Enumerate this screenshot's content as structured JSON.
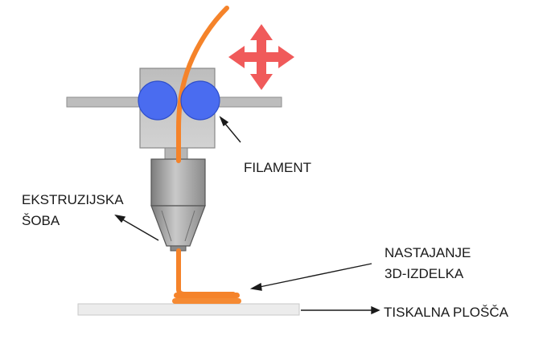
{
  "labels": {
    "filament": "FILAMENT",
    "nozzle_line1": "EKSTRUZIJSKA",
    "nozzle_line2": "ŠOBA",
    "object_line1": "NASTAJANJE",
    "object_line2": "3D-IZDELKA",
    "bed": "TISKALNA PLOŠČA"
  },
  "colors": {
    "filament": "#f5832a",
    "rollers": "#4a6cf0",
    "move_arrows": "#f05a5a",
    "head_gray": "#c4c4c4",
    "nozzle_gray": "#9a9a9a",
    "bed": "#e9e9e9",
    "text": "#1a1a1a"
  },
  "icons": {
    "move": "four-way-arrow-icon"
  }
}
